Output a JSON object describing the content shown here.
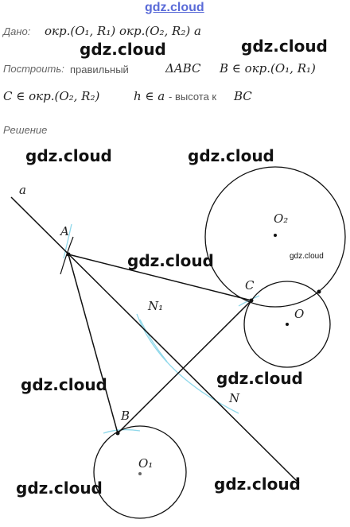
{
  "header": {
    "site": "gdz.cloud"
  },
  "given": {
    "label": "Дано",
    "text": "окр.(O₁, R₁)  окр.(O₂, R₂)  a"
  },
  "construct": {
    "label": "Построить",
    "intro": "правильный",
    "triangle": "ΔABC",
    "cond1": "B ∈ окр.(O₁, R₁)",
    "cond2": "C ∈ окр.(O₂, R₂)",
    "cond3_math": "h ∈ a",
    "cond3_text": "- высота к",
    "cond3_seg": "BC"
  },
  "solution": {
    "label": "Решение"
  },
  "watermarks": {
    "w1": "gdz.cloud",
    "w2": "gdz.cloud",
    "w3": "gdz.cloud",
    "w4": "gdz.cloud",
    "w5": "gdz.cloud",
    "w6": "gdz.cloud",
    "w7": "gdz.cloud",
    "w8": "gdz.cloud",
    "w9": "gdz.cloud",
    "w10": "gdz.cloud"
  },
  "figure": {
    "line_label": "a",
    "A": "A",
    "B": "B",
    "C": "C",
    "N": "N",
    "N1": "N₁",
    "O": "O",
    "O1": "O₁",
    "O2": "O₂"
  }
}
